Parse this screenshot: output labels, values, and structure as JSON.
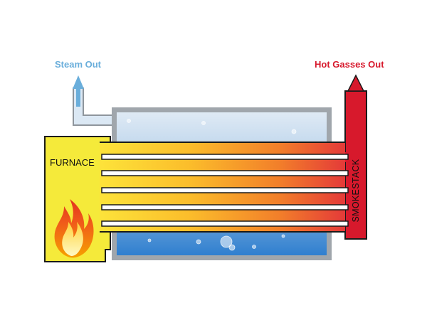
{
  "labels": {
    "steam_out": "Steam Out",
    "hot_gasses_out": "Hot Gasses Out",
    "furnace": "FURNACE",
    "smokestack": "SMOKESTACK"
  },
  "icons": [
    "flame-icon",
    "steam-arrow-icon",
    "gas-arrow-icon"
  ],
  "colors": {
    "steam": "#6aaedb",
    "hot_gas": "#d7192c",
    "furnace": "#f5ea3a",
    "water_top": "#d9e7f4",
    "water_bottom": "#2e7dcc",
    "tube_start": "#fdd835",
    "tube_end": "#e8313a",
    "vessel_wall": "#9aa0a6"
  }
}
